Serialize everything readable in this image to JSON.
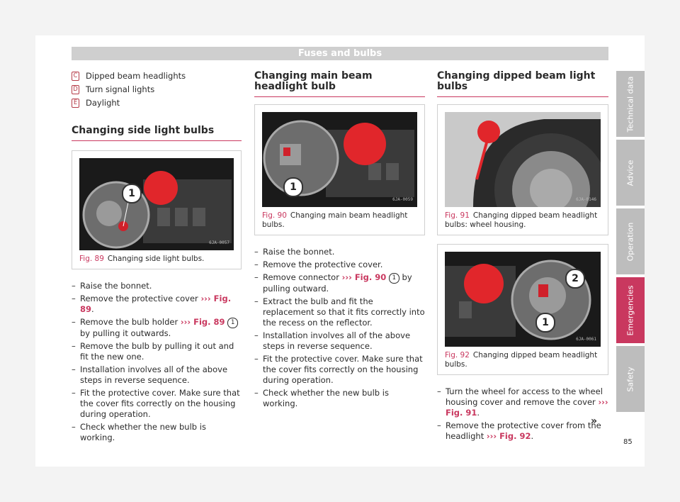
{
  "header": {
    "title": "Fuses and bulbs"
  },
  "legend": [
    {
      "letter": "C",
      "text": "Dipped beam headlights"
    },
    {
      "letter": "D",
      "text": "Turn signal lights"
    },
    {
      "letter": "E",
      "text": "Daylight"
    }
  ],
  "side": {
    "title": "Changing side light bulbs",
    "figure": {
      "num": "Fig. 89",
      "caption": "Changing side light bulbs.",
      "code": "6JA-0057",
      "badge": "1"
    },
    "steps": {
      "s1": "Raise the bonnet.",
      "s2_pre": "Remove the protective cover ",
      "s2_ref": "››› Fig. 89",
      "s2_post": ".",
      "s3_pre": "Remove the bulb holder ",
      "s3_ref": "››› Fig. 89",
      "s3_badge": "1",
      "s3_post": " by pulling it outwards.",
      "s4": "Remove the bulb by pulling it out and fit the new one.",
      "s5": "Installation involves all of the above steps in reverse sequence.",
      "s6": "Fit the protective cover. Make sure that the cover fits correctly on the housing during operation.",
      "s7": "Check whether the new bulb is working."
    }
  },
  "main": {
    "title": "Changing main beam headlight bulb",
    "figure": {
      "num": "Fig. 90",
      "caption": "Changing main beam headlight bulbs.",
      "code": "6JA-0059",
      "badge": "1"
    },
    "steps": {
      "s1": "Raise the bonnet.",
      "s2": "Remove the protective cover.",
      "s3_pre": "Remove connector ",
      "s3_ref": "››› Fig. 90",
      "s3_badge": "1",
      "s3_post": " by pulling outward.",
      "s4": "Extract the bulb and fit the replacement so that it fits correctly into the recess on the reflector.",
      "s5": "Installation involves all of the above steps in reverse sequence.",
      "s6": "Fit the protective cover. Make sure that the cover fits correctly on the housing during operation.",
      "s7": "Check whether the new bulb is working."
    }
  },
  "dipped": {
    "title": "Changing dipped beam light bulbs",
    "figure1": {
      "num": "Fig. 91",
      "caption": "Changing dipped beam headlight bulbs: wheel housing.",
      "code": "6JA-0146"
    },
    "figure2": {
      "num": "Fig. 92",
      "caption": "Changing dipped beam headlight bulbs.",
      "code": "6JA-0061",
      "badge1": "2",
      "badge2": "1"
    },
    "steps": {
      "s1_pre": "Turn the wheel for access to the wheel housing cover and remove the cover ",
      "s1_ref": "››› Fig. 91",
      "s1_post": ".",
      "s2_pre": "Remove the protective cover from the head­light ",
      "s2_ref": "››› Fig. 92",
      "s2_post": "."
    },
    "more": "»"
  },
  "tabs": [
    {
      "label": "Technical data",
      "active": false
    },
    {
      "label": "Advice",
      "active": false
    },
    {
      "label": "Operation",
      "active": false
    },
    {
      "label": "Emergencies",
      "active": true
    },
    {
      "label": "Safety",
      "active": false
    }
  ],
  "page_number": "85",
  "colors": {
    "accent": "#c9385f",
    "tab_inactive": "#bdbdbd",
    "header_bg": "#cfcfcf"
  }
}
